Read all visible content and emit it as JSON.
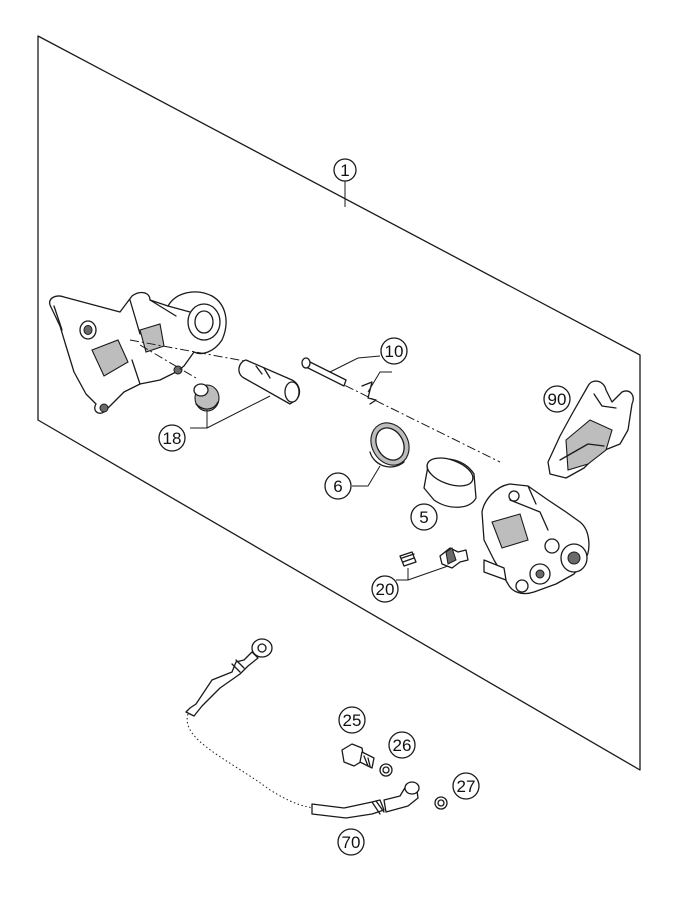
{
  "callouts": {
    "c1": "1",
    "c10": "10",
    "c90": "90",
    "c18": "18",
    "c6": "6",
    "c5": "5",
    "c20": "20",
    "c25": "25",
    "c26": "26",
    "c27": "27",
    "c70": "70"
  }
}
